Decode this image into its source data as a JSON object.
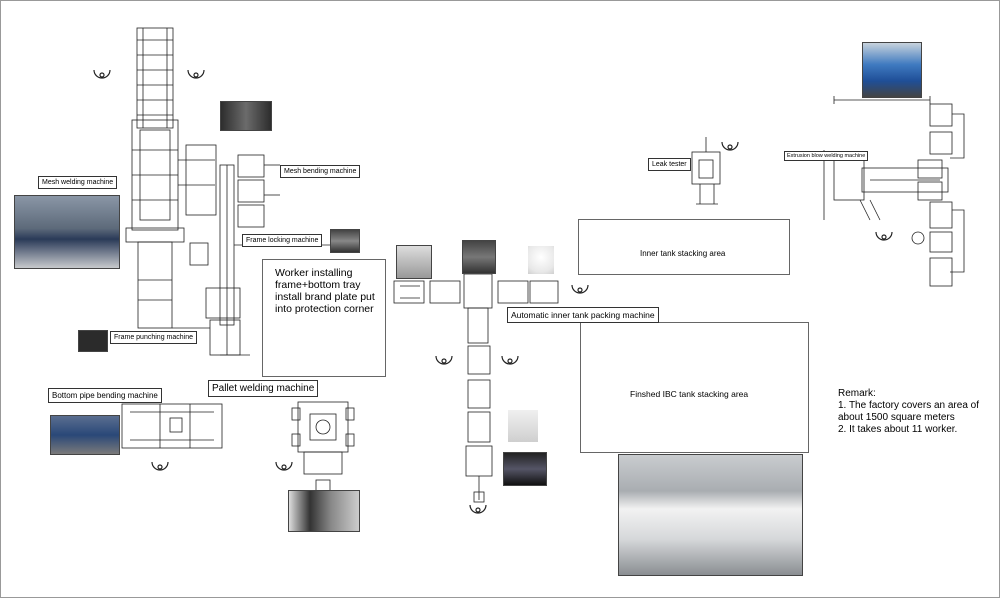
{
  "labels": {
    "mesh_welding": "Mesh welding machine",
    "mesh_bending": "Mesh bending machine",
    "frame_locking": "Frame locking machine",
    "frame_punching": "Frame punching machine",
    "bottom_pipe_bending": "Bottom pipe bending machine",
    "pallet_welding": "Pallet welding machine",
    "worker_installing": "Worker installing frame+bottom tray install brand plate put into protection corner",
    "auto_packing": "Automatic inner tank packing machine",
    "leak_tester": "Leak tester",
    "extrusion_blow": "Extrusion blow welding machine",
    "inner_stacking": "Inner tank stacking area",
    "finished_stacking": "Finshed IBC tank stacking area"
  },
  "remark": {
    "title": "Remark:",
    "lines": [
      "1. The factory covers an area of about 1500 square meters",
      "2. It takes about 11 worker."
    ]
  },
  "colors": {
    "line": "#222222",
    "photo_dark": "#3a3a3a",
    "photo_blue": "#2a5aa0",
    "photo_gray": "#9aa0a8"
  }
}
